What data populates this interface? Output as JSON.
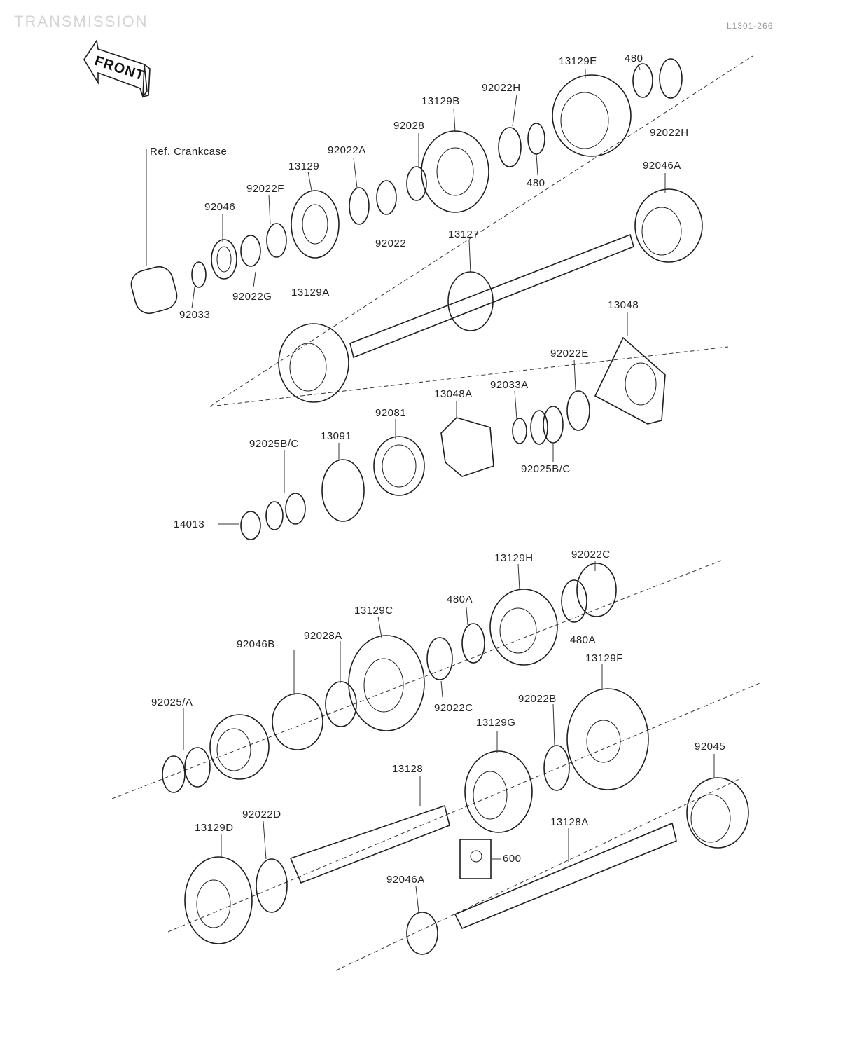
{
  "header": {
    "title": "TRANSMISSION",
    "code": "L1301-266"
  },
  "front_arrow": {
    "label": "FRONT"
  },
  "ref_note": "Ref. Crankcase",
  "labels": {
    "p13129E": "13129E",
    "p480_top": "480",
    "p92022H_top": "92022H",
    "p92022H_right": "92022H",
    "p13129B": "13129B",
    "p92028": "92028",
    "p480_mid": "480",
    "p92022A": "92022A",
    "p92046A_top": "92046A",
    "p13129": "13129",
    "p92022F": "92022F",
    "p92046": "92046",
    "p92022": "92022",
    "p13127": "13127",
    "p92022G": "92022G",
    "p92033": "92033",
    "p13129A": "13129A",
    "p13048": "13048",
    "p92022E": "92022E",
    "p92033A": "92033A",
    "p13048A": "13048A",
    "p92081": "92081",
    "p13091": "13091",
    "p92025B_C_left": "92025B/C",
    "p92025B_C_right": "92025B/C",
    "p14013": "14013",
    "p92022C_top": "92022C",
    "p13129H": "13129H",
    "p480A_top": "480A",
    "p13129C": "13129C",
    "p92028A": "92028A",
    "p92046B": "92046B",
    "p480A_bot": "480A",
    "p13129F": "13129F",
    "p92025A": "92025/A",
    "p92022C_mid": "92022C",
    "p13129G": "13129G",
    "p92022B": "92022B",
    "p92045": "92045",
    "p13128": "13128",
    "p92022D": "92022D",
    "p13129D": "13129D",
    "p13128A": "13128A",
    "p600": "600",
    "p92046A_bot": "92046A"
  }
}
